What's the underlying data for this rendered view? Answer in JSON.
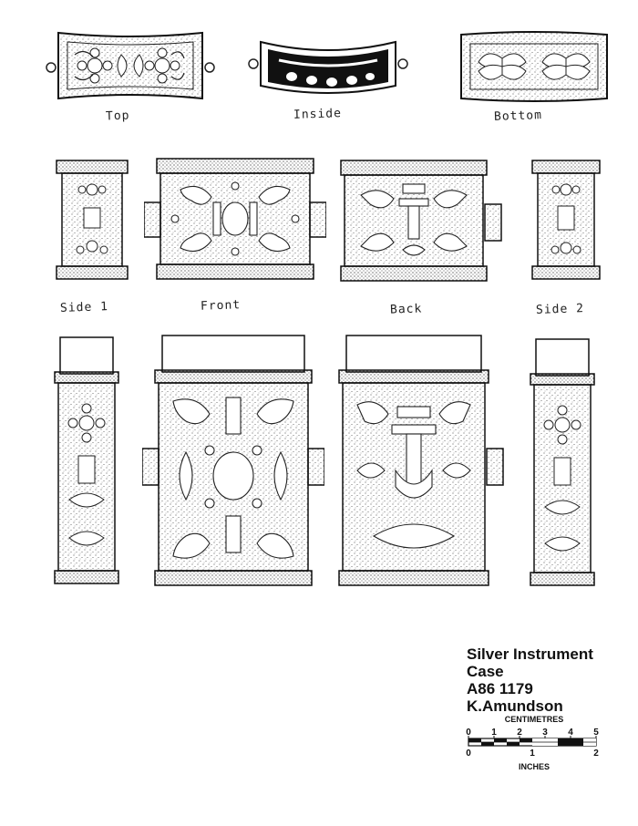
{
  "views": {
    "top": "Top",
    "inside": "Inside",
    "bottom": "Bottom",
    "side1": "Side 1",
    "front": "Front",
    "back": "Back",
    "side2": "Side 2"
  },
  "caption": {
    "line1": "Silver Instrument",
    "line2": "Case",
    "line3": "A86  1179",
    "line4": "K.Amundson"
  },
  "scale_bar": {
    "cm_label": "CENTIMETRES",
    "cm_ticks": [
      "0",
      "1",
      "2",
      "3",
      "4",
      "5"
    ],
    "inch_label": "INCHES",
    "inch_ticks": [
      "0",
      "1",
      "2"
    ]
  }
}
